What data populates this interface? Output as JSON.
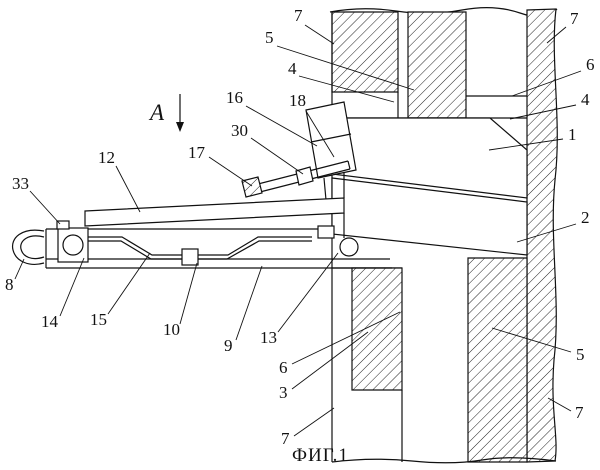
{
  "figure": {
    "caption": "ФИГ.1",
    "section_marker": "A"
  },
  "labels": {
    "n7_top_left": "7",
    "n7_top_right": "7",
    "n5_top": "5",
    "n4_top": "4",
    "n16": "16",
    "n18": "18",
    "n30": "30",
    "n17": "17",
    "n12": "12",
    "n33": "33",
    "n8": "8",
    "n14": "14",
    "n15": "15",
    "n10": "10",
    "n9": "9",
    "n13": "13",
    "n6_bottom": "6",
    "n3": "3",
    "n7_bottom_left": "7",
    "n1": "1",
    "n2": "2",
    "n5_right": "5",
    "n7_bottom_right": "7",
    "n6_right": "6",
    "n4_right": "4"
  }
}
